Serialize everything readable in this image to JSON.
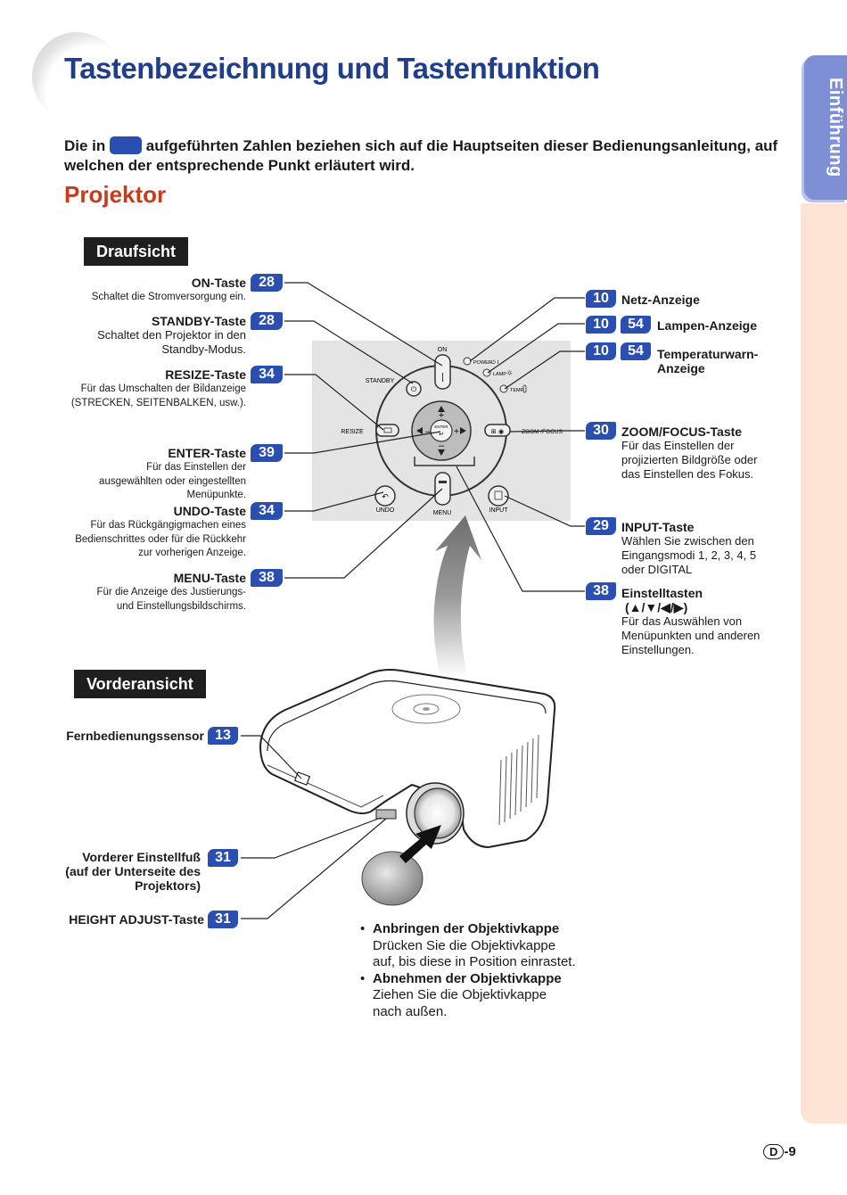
{
  "page": {
    "title": "Tastenbezeichnung und Tastenfunktion",
    "side_tab": "Einführung",
    "intro_part1": "Die in",
    "intro_part2": "aufgeführten Zahlen beziehen sich auf die Hauptseiten dieser Bedienungsanleitung, auf welchen der entsprechende Punkt erläutert wird.",
    "section_heading": "Projektor",
    "page_number_letter": "D",
    "page_number": "-9"
  },
  "top_view": {
    "heading": "Draufsicht",
    "left_items": [
      {
        "label": "ON-Taste",
        "page": "28",
        "desc": [
          "Schaltet die Stromversorgung ein."
        ]
      },
      {
        "label": "STANDBY-Taste",
        "page": "28",
        "desc": [
          "Schaltet den Projektor in den",
          "Standby-Modus."
        ]
      },
      {
        "label": "RESIZE-Taste",
        "page": "34",
        "desc": [
          "Für das Umschalten der Bildanzeige",
          "(STRECKEN, SEITENBALKEN, usw.)."
        ]
      },
      {
        "label": "ENTER-Taste",
        "page": "39",
        "desc": [
          "Für das Einstellen der",
          "ausgewählten oder eingestellten",
          "Menüpunkte."
        ]
      },
      {
        "label": "UNDO-Taste",
        "page": "34",
        "desc": [
          "Für das Rückgängigmachen eines",
          "Bedienschrittes oder für die Rückkehr",
          "zur vorherigen Anzeige."
        ]
      },
      {
        "label": "MENU-Taste",
        "page": "38",
        "desc": [
          "Für die Anzeige des Justierungs-",
          "und Einstellungsbildschirms."
        ]
      }
    ],
    "right_items": [
      {
        "label": "Netz-Anzeige",
        "pages": [
          "10"
        ]
      },
      {
        "label": "Lampen-Anzeige",
        "pages": [
          "10",
          "54"
        ]
      },
      {
        "label": "Temperaturwarn-",
        "label2": "Anzeige",
        "pages": [
          "10",
          "54"
        ]
      },
      {
        "label": "ZOOM/FOCUS-Taste",
        "pages": [
          "30"
        ],
        "desc": [
          "Für das Einstellen der",
          "projizierten Bildgröße oder",
          "das Einstellen des Fokus."
        ]
      },
      {
        "label": "INPUT-Taste",
        "pages": [
          "29"
        ],
        "desc": [
          "Wählen Sie zwischen den",
          "Eingangsmodi 1, 2, 3, 4, 5",
          "oder DIGITAL"
        ]
      },
      {
        "label": "Einstelltasten",
        "label2": "(▲/▼/◀/▶)",
        "pages": [
          "38"
        ],
        "desc": [
          "Für das Auswählen von",
          "Menüpunkten und anderen",
          "Einstellungen."
        ]
      }
    ],
    "panel_labels": {
      "on": "ON",
      "standby": "STANDBY",
      "resize": "RESIZE",
      "zoom_focus": "ZOOM /FOCUS",
      "undo": "UNDO",
      "menu": "MENU",
      "input": "INPUT",
      "power": "POWER",
      "lamp": "LAMP",
      "temp": "TEMP.",
      "enter": "ENTER",
      "plus": "+",
      "minus": "–"
    }
  },
  "front_view": {
    "heading": "Vorderansicht",
    "items": [
      {
        "label": "Fernbedienungssensor",
        "page": "13"
      },
      {
        "label": "Vorderer Einstellfuß",
        "label2": "(auf der Unterseite des",
        "label3": "Projektors)",
        "page": "31"
      },
      {
        "label": "HEIGHT ADJUST-Taste",
        "page": "31"
      }
    ],
    "bullets": [
      {
        "title": "Anbringen der Objektivkappe",
        "lines": [
          "Drücken Sie die Objektivkappe",
          "auf, bis diese in Position einrastet."
        ]
      },
      {
        "title": "Abnehmen der Objektivkappe",
        "lines": [
          "Ziehen Sie die Objektivkappe",
          "nach außen."
        ]
      }
    ]
  }
}
